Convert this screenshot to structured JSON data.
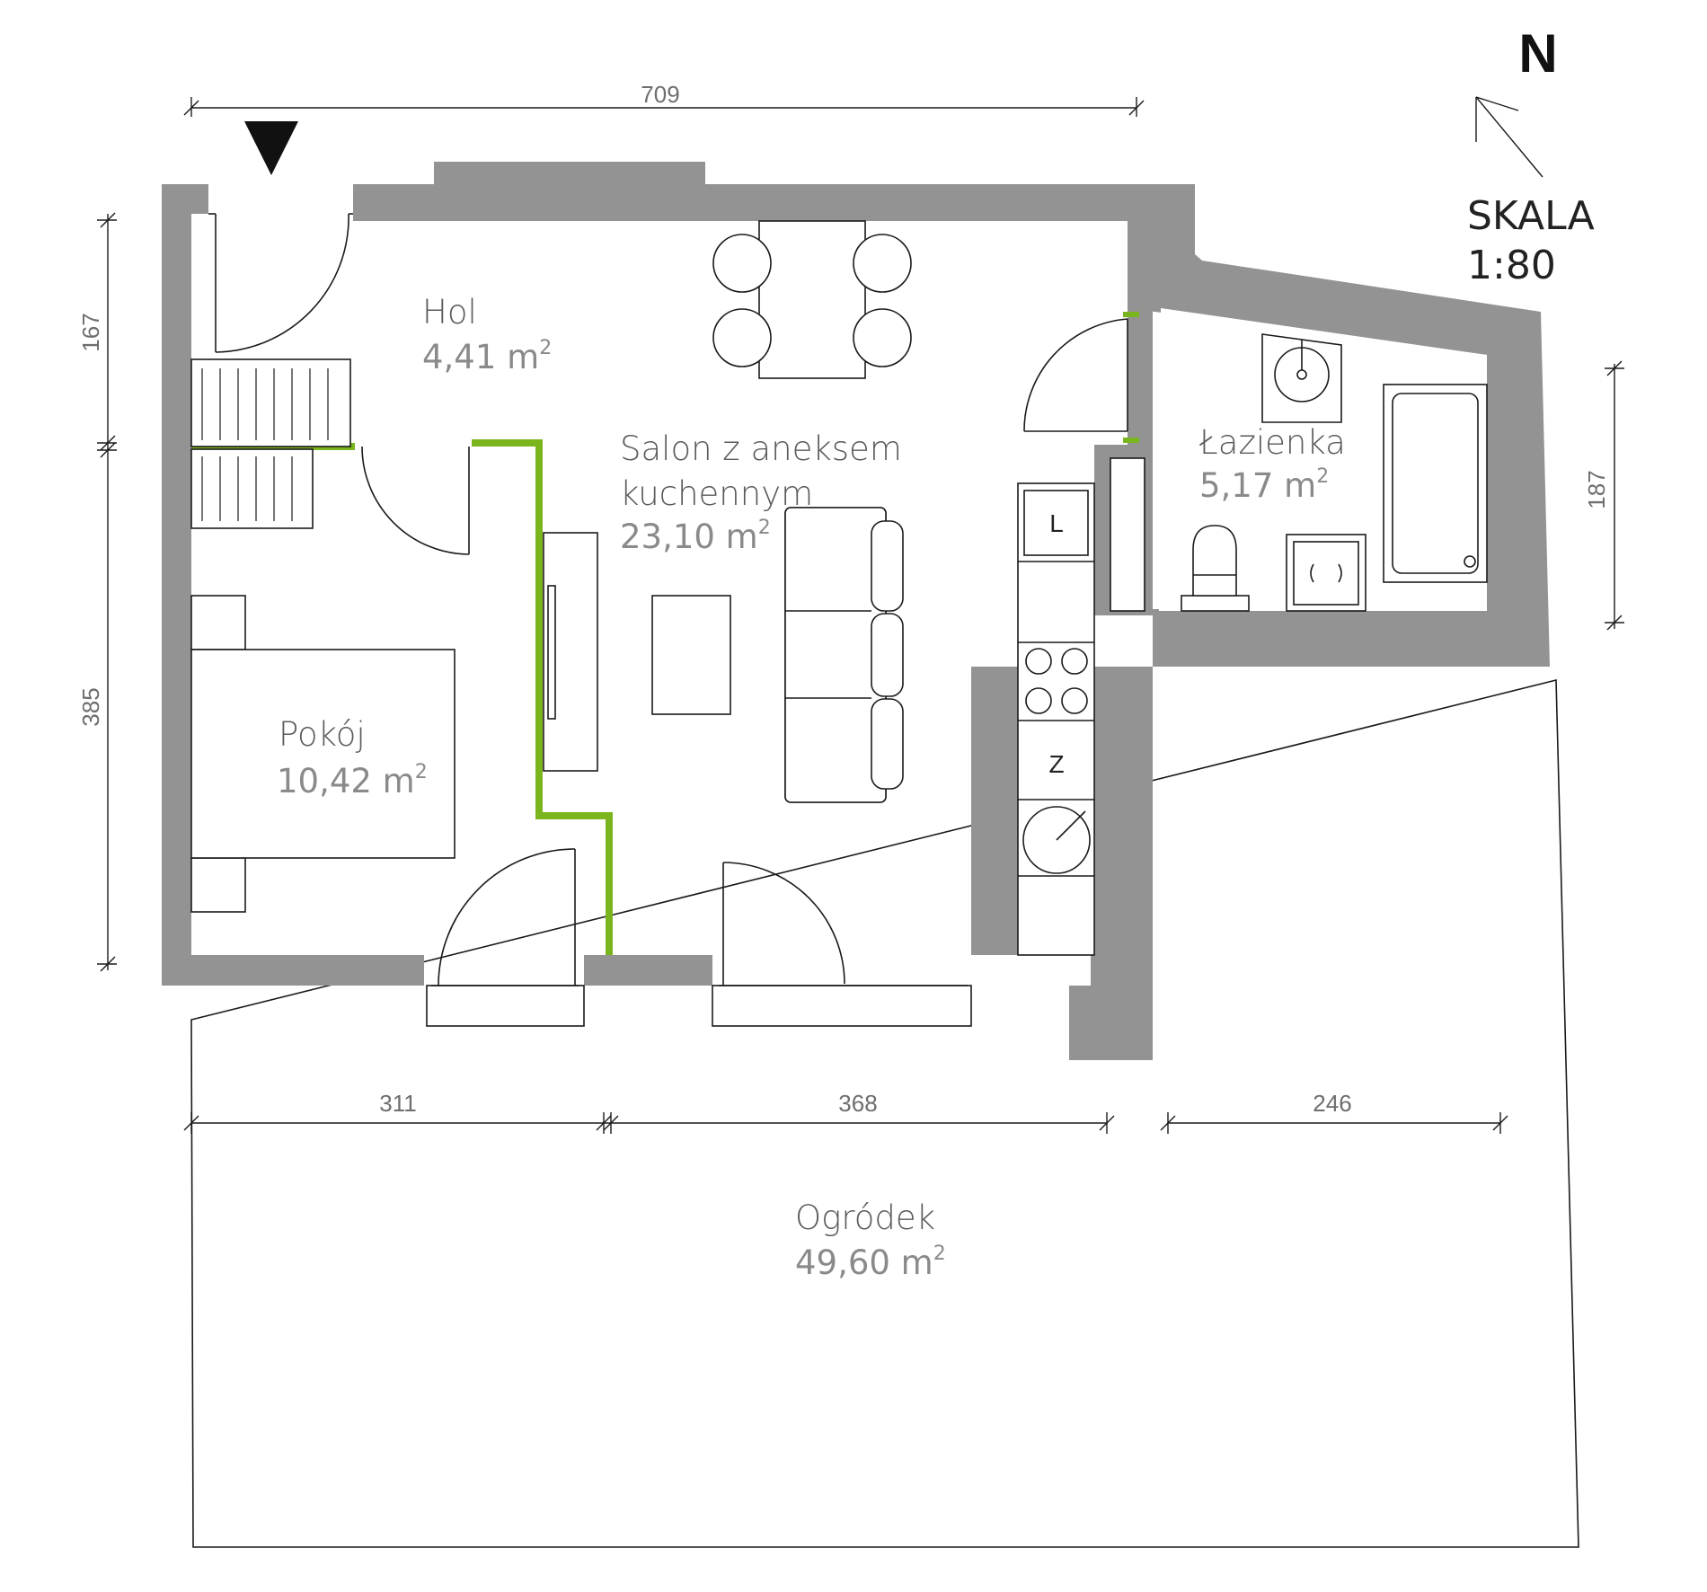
{
  "compass": {
    "label": "N"
  },
  "scale": {
    "title": "SKALA",
    "value": "1:80"
  },
  "dimensions": {
    "top_width": "709",
    "left_upper": "167",
    "left_lower": "385",
    "right_bath": "187",
    "bottom_left": "311",
    "bottom_middle": "368",
    "bottom_right": "246"
  },
  "rooms": {
    "hol": {
      "name": "Hol",
      "area": "4,41 m",
      "unit_power": "2"
    },
    "salon": {
      "name_line1": "Salon z aneksem",
      "name_line2": "kuchennym",
      "area": "23,10 m",
      "unit_power": "2"
    },
    "lazienka": {
      "name": "Łazienka",
      "area": "5,17 m",
      "unit_power": "2"
    },
    "pokoj": {
      "name": "Pokój",
      "area": "10,42 m",
      "unit_power": "2"
    },
    "ogrodek": {
      "name": "Ogródek",
      "area": "49,60 m",
      "unit_power": "2"
    }
  },
  "kitchen": {
    "fridge_label": "L",
    "freezer_label": "Z"
  },
  "colors": {
    "wall": "#939393",
    "accent_green": "#7ab51d",
    "line": "#1a1a1a"
  }
}
